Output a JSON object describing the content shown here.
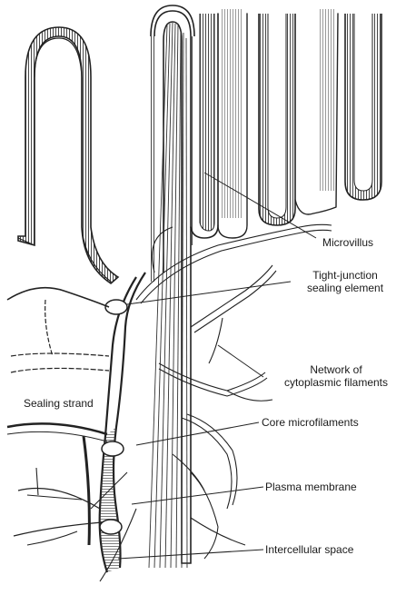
{
  "labels": {
    "microvillus": "Microvillus",
    "tight_junction": "Tight-junction\nsealing element",
    "network": "Network of\ncytoplasmic filaments",
    "sealing_strand": "Sealing strand",
    "core_microfilaments": "Core microfilaments",
    "plasma_membrane": "Plasma membrane",
    "intercellular_space": "Intercellular space"
  },
  "colors": {
    "ink": "#222222",
    "paper": "#ffffff",
    "shade": "#8a8a8a"
  }
}
